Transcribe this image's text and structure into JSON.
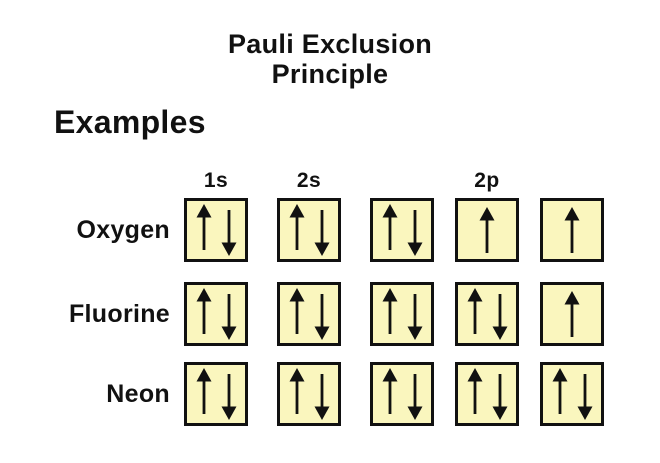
{
  "title": {
    "line1": "Pauli Exclusion",
    "line2": "Principle"
  },
  "section_heading": "Examples",
  "colors": {
    "background": "#ffffff",
    "box_fill": "#faf6be",
    "box_border": "#111111",
    "arrow": "#111111",
    "text": "#111111"
  },
  "orbital_labels": [
    {
      "label": "1s",
      "column": 0
    },
    {
      "label": "2s",
      "column": 1
    },
    {
      "label": "2p",
      "column": 3
    }
  ],
  "diagram": {
    "columns": 5,
    "rows": [
      {
        "element": "Oxygen",
        "orbitals": [
          [
            "up",
            "down"
          ],
          [
            "up",
            "down"
          ],
          [
            "up",
            "down"
          ],
          [
            "up"
          ],
          [
            "up"
          ]
        ]
      },
      {
        "element": "Fluorine",
        "orbitals": [
          [
            "up",
            "down"
          ],
          [
            "up",
            "down"
          ],
          [
            "up",
            "down"
          ],
          [
            "up",
            "down"
          ],
          [
            "up"
          ]
        ]
      },
      {
        "element": "Neon",
        "orbitals": [
          [
            "up",
            "down"
          ],
          [
            "up",
            "down"
          ],
          [
            "up",
            "down"
          ],
          [
            "up",
            "down"
          ],
          [
            "up",
            "down"
          ]
        ]
      }
    ]
  }
}
